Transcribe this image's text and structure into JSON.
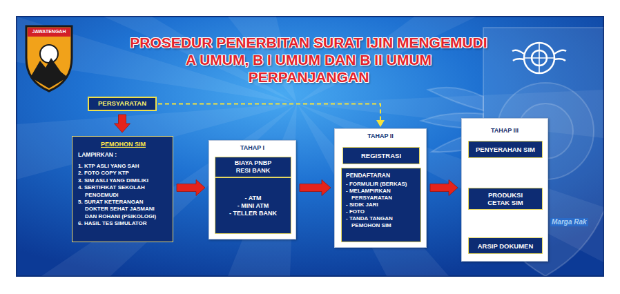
{
  "diagram": {
    "title": "PROSEDUR PENERBITAN SURAT IJIN MENGEMUDI A UMUM, B I UMUM DAN B II UMUM PERPANJANGAN",
    "nodes": [
      {
        "text": [
          "PERSYARATAN"
        ]
      },
      {
        "text": [
          "PEMOHON SIM",
          "LAMPIRKAN :",
          "1. KTP ASLI YANG SAH",
          "2. FOTO COPY KTP",
          "3. SIM ASLI YANG DIMILIKI",
          "4. SERTIFIKAT SEKOLAH PENGEMUDI",
          "5. SURAT KETERANGAN DOKTER SEHAT JASMANI DAN ROHANI (PSIKOLOGI)",
          "6. HASIL TES SIMULATOR"
        ]
      },
      {
        "text": [
          "TAHAP I"
        ]
      },
      {
        "text": [
          "BIAYA PNBP RESI BANK"
        ],
        "in": 2
      },
      {
        "text": [
          "- ATM",
          "- MINI ATM",
          "- TELLER BANK"
        ],
        "in": 2
      },
      {
        "text": [
          "TAHAP II"
        ]
      },
      {
        "text": [
          "REGISTRASI"
        ],
        "in": 5
      },
      {
        "text": [
          "PENDAFTARAN",
          "- FORMULIR (BERKAS)",
          "- MELAMPIRKAN PERSYARATAN",
          "- SIDIK JARI",
          "- FOTO",
          "- TANDA TANGAN PEMOHON SIM"
        ],
        "in": 5
      },
      {
        "text": [
          "TAHAP III"
        ]
      },
      {
        "text": [
          "PENYERAHAN SIM"
        ],
        "in": 8
      },
      {
        "text": [
          "PRODUKSI CETAK SIM"
        ],
        "in": 8
      },
      {
        "text": [
          "ARSIP DOKUMEN"
        ],
        "in": 8
      }
    ],
    "edges": [
      {
        "from": 0,
        "to": 1,
        "arrow": "to"
      },
      {
        "from": 0,
        "to": 5,
        "arrow": "to"
      },
      {
        "from": 1,
        "to": 2,
        "arrow": "to"
      },
      {
        "from": 2,
        "to": 5,
        "arrow": "to"
      },
      {
        "from": 5,
        "to": 8,
        "arrow": "to"
      },
      {
        "from": 10,
        "to": 9,
        "arrow": "to"
      },
      {
        "from": 10,
        "to": 11,
        "arrow": "to"
      }
    ],
    "labels": [
      "JAWATENGAH",
      "Marga Rak"
    ]
  }
}
